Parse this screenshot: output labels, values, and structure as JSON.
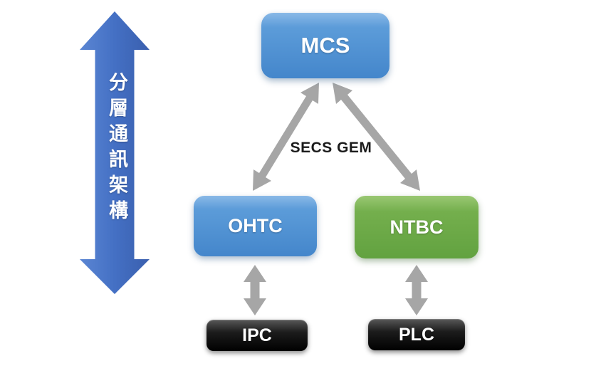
{
  "diagram": {
    "vertical_title": "分層通訊架構",
    "link_label": "SECS GEM",
    "nodes": {
      "mcs": {
        "label": "MCS"
      },
      "ohtc": {
        "label": "OHTC"
      },
      "ntbc": {
        "label": "NTBC"
      },
      "ipc": {
        "label": "IPC"
      },
      "plc": {
        "label": "PLC"
      }
    },
    "colors": {
      "node_blue": "#4f93d6",
      "node_green": "#6aa845",
      "node_black": "#0a0a0a",
      "big_arrow_blue": "#4470c4",
      "connector_gray": "#a6a6a6",
      "node_text": "#ffffff",
      "link_label_text": "#1b1b1b",
      "background": "#ffffff"
    }
  }
}
